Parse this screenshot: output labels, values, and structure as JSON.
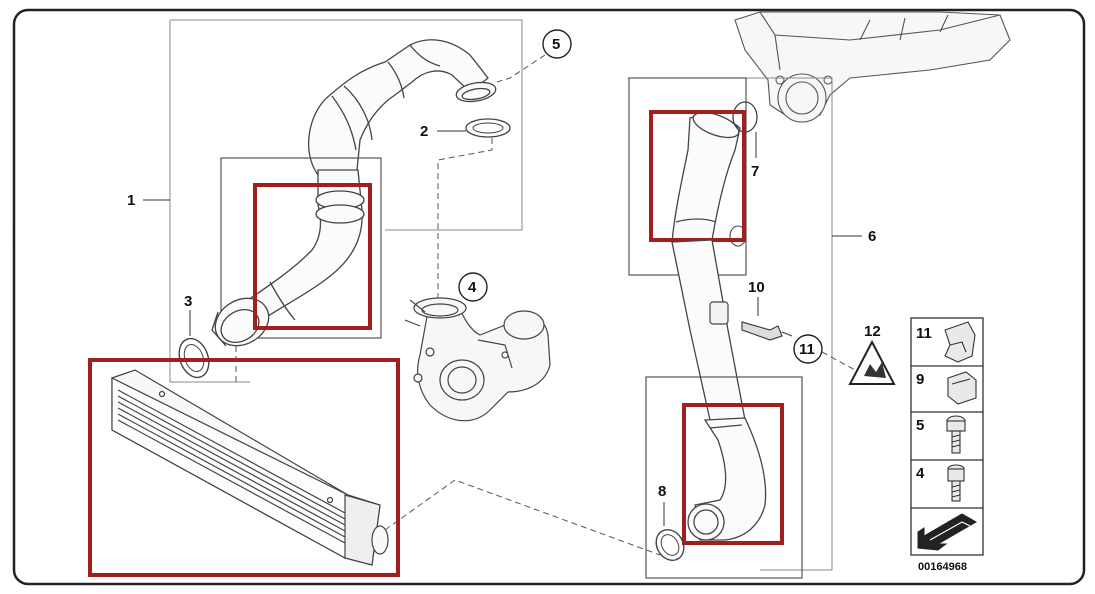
{
  "diagram": {
    "callouts": {
      "c1": "1",
      "c2": "2",
      "c3": "3",
      "c4": "4",
      "c5": "5",
      "c6": "6",
      "c7": "7",
      "c8": "8",
      "c9": "9",
      "c10": "10",
      "c11": "11",
      "c12": "12"
    },
    "legend": [
      {
        "label": "11",
        "icon": "clip-icon"
      },
      {
        "label": "9",
        "icon": "spring-nut-icon"
      },
      {
        "label": "5",
        "icon": "hex-bolt-icon"
      },
      {
        "label": "4",
        "icon": "socket-screw-icon"
      },
      {
        "label": "",
        "icon": "arrow-icon"
      }
    ],
    "part_number": "00164968",
    "colors": {
      "highlight": "#a11f1f",
      "line": "#333333",
      "frame": "#222222"
    }
  }
}
